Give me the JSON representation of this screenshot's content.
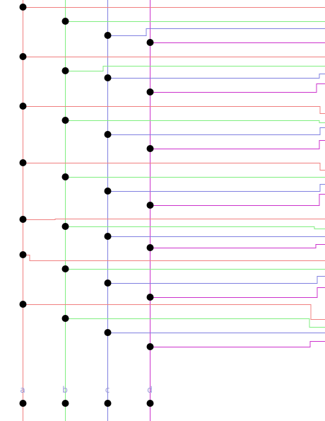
{
  "colors": {
    "a": "#f08080",
    "b": "#80ee80",
    "c": "#8080e0",
    "d": "#cc33cc",
    "node": "#000000",
    "label": "#9a9ad8"
  },
  "buses": [
    {
      "id": "a",
      "label": "a"
    },
    {
      "id": "b",
      "label": "b"
    },
    {
      "id": "c",
      "label": "c"
    },
    {
      "id": "d",
      "label": "d"
    }
  ]
}
